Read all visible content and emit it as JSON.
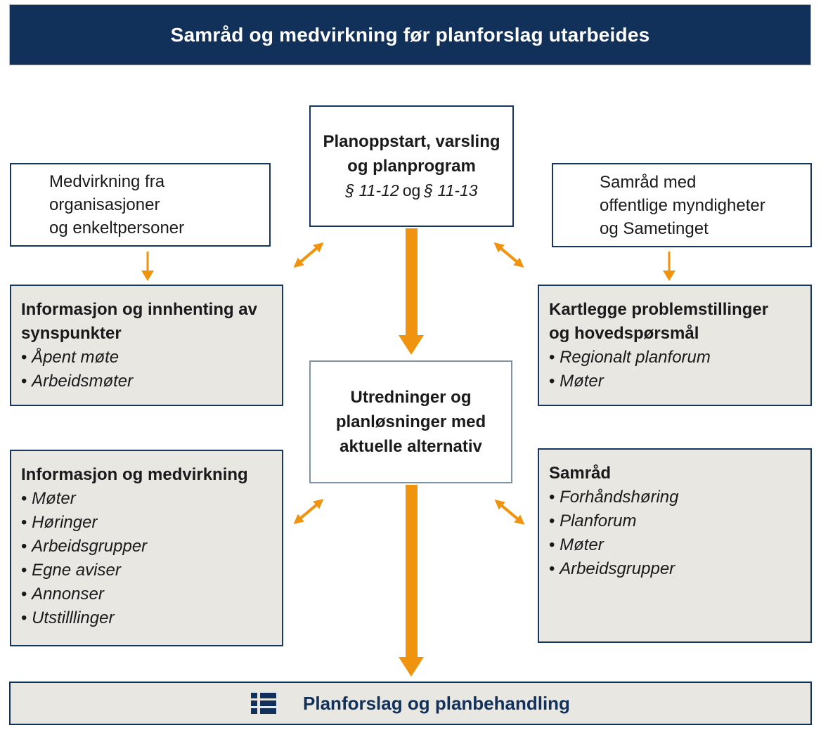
{
  "colors": {
    "navy": "#12315A",
    "orange": "#F0930E",
    "grey_fill": "#E9E7E2",
    "box_border": "#17365F",
    "mid_box_border": "#8093A5",
    "text": "#1A1A1A"
  },
  "banner": {
    "title": "Samråd og medvirkning før planforslag utarbeides"
  },
  "boxes": {
    "plan_start": {
      "lines": [
        "Planoppstart, varsling",
        "og planprogram"
      ],
      "statute": {
        "ref1": "§ 11-12",
        "conj": "og",
        "ref2": "§ 11-13"
      }
    },
    "medvirkning_org": {
      "lines": [
        "Medvirkning fra",
        "organisasjoner",
        "og enkeltpersoner"
      ]
    },
    "samrad_myndigheter": {
      "lines": [
        "Samråd med",
        "offentlige myndigheter",
        "og Sametinget"
      ]
    },
    "informasjon_innhenting": {
      "title": "Informasjon og innhenting av synspunkter",
      "bullets": [
        "Åpent møte",
        "Arbeidsmøter"
      ]
    },
    "kartlegge": {
      "title": "Kartlegge problemstillinger og hovedspørsmål",
      "bullets": [
        "Regionalt planforum",
        "Møter"
      ]
    },
    "utredninger": {
      "lines": [
        "Utredninger og",
        "planløsninger med",
        "aktuelle alternativ"
      ]
    },
    "informasjon_medvirkning": {
      "title": "Informasjon og medvirkning",
      "bullets": [
        "Møter",
        "Høringer",
        "Arbeidsgrupper",
        "Egne aviser",
        "Annonser",
        "Utstilllinger"
      ]
    },
    "samrad": {
      "title": "Samråd",
      "bullets": [
        "Forhåndshøring",
        "Planforum",
        "Møter",
        "Arbeidsgrupper"
      ]
    }
  },
  "footer": {
    "label": "Planforslag og planbehandling",
    "icon": "list-icon"
  }
}
